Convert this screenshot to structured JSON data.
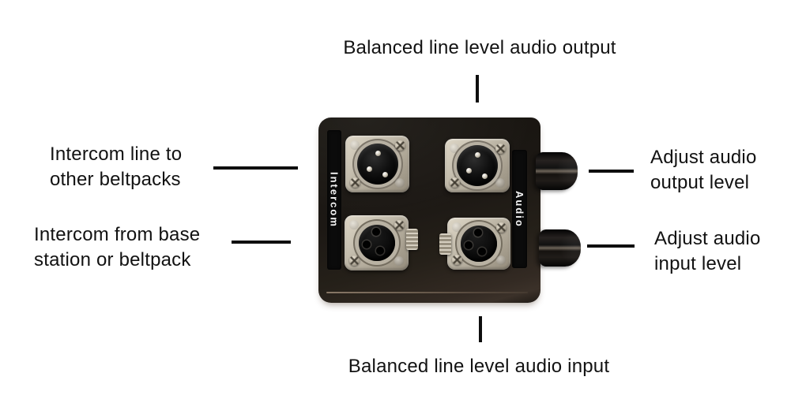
{
  "background_color": "#ffffff",
  "label_color": "#121212",
  "pointer_color": "#0e0e0e",
  "annotations": {
    "top": {
      "text": "Balanced line level audio output"
    },
    "left_top": {
      "line1": "Intercom line to",
      "line2": "other beltpacks"
    },
    "left_bottom": {
      "line1": "Intercom from base",
      "line2": "station or beltpack"
    },
    "right_top": {
      "line1": "Adjust audio",
      "line2": "output level"
    },
    "right_bottom": {
      "line1": "Adjust audio",
      "line2": "input level"
    },
    "bottom": {
      "text": "Balanced line level audio input"
    }
  },
  "device": {
    "left_strip_label": "Intercom",
    "right_strip_label": "Audio",
    "connectors": [
      {
        "position": "top-left",
        "kind": "xlr-male-connector"
      },
      {
        "position": "top-right",
        "kind": "xlr-male-connector"
      },
      {
        "position": "bottom-left",
        "kind": "xlr-female-connector"
      },
      {
        "position": "bottom-right",
        "kind": "xlr-female-connector"
      }
    ],
    "knobs": [
      {
        "position": "right-top"
      },
      {
        "position": "right-bottom"
      }
    ],
    "colors": {
      "body": "#1d1915",
      "strip": "#0b0b0b",
      "plate": "#c7c0b1",
      "knob": "#141110",
      "strip_text": "#f4f4f4"
    }
  }
}
